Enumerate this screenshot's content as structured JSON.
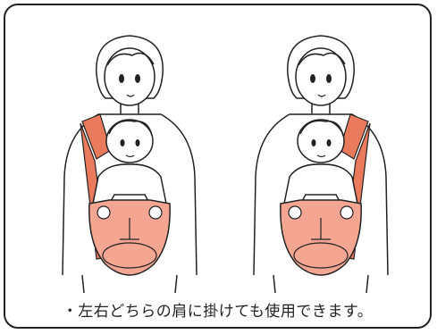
{
  "illustrations": [
    {
      "strap_side": "right-shoulder-of-wearer",
      "strap_color": "#e97b5c",
      "carrier_color": "#f4a693"
    },
    {
      "strap_side": "left-shoulder-of-wearer",
      "strap_color": "#e97b5c",
      "carrier_color": "#f4a693"
    }
  ],
  "caption": {
    "bullet": "・",
    "text": "左右どちらの肩に掛けても使用できます。"
  }
}
